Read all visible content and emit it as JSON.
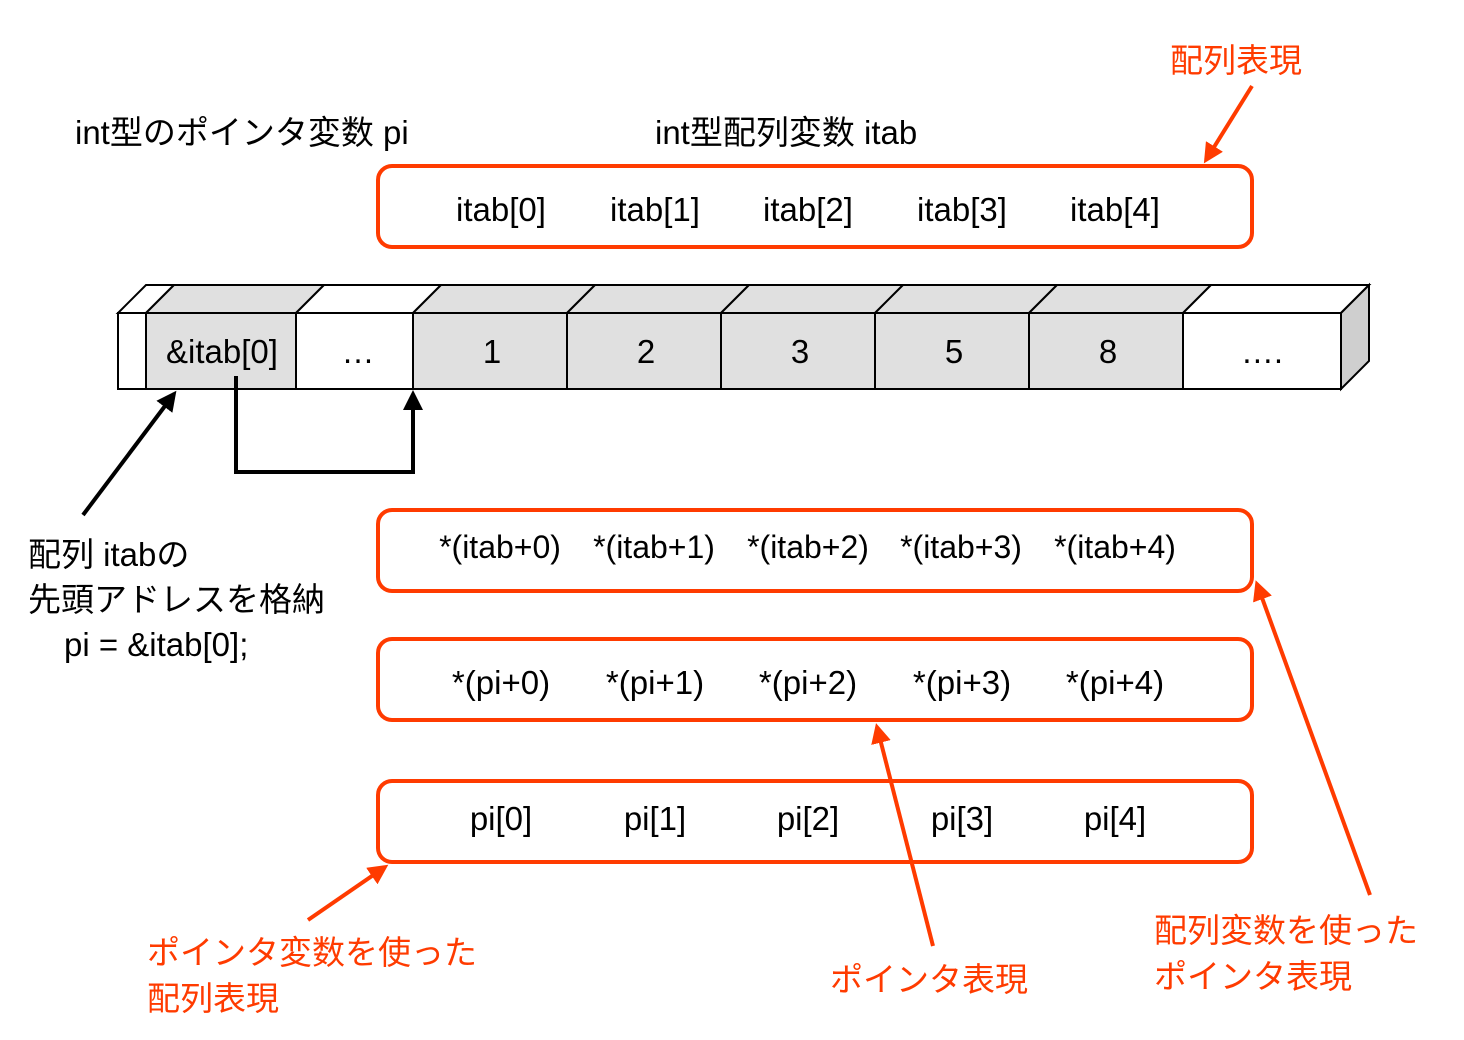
{
  "labels": {
    "pointer_var": "int型のポインタ変数 pi",
    "array_var": "int型配列変数 itab",
    "array_expr_title": "配列表現",
    "note_line1": "配列 itabの",
    "note_line2": "先頭アドレスを格納",
    "note_line3": "pi = &itab[0];",
    "pointer_array_line1": "ポインタ変数を使った",
    "pointer_array_line2": "配列表現",
    "pointer_expr": "ポインタ表現",
    "array_pointer_line1": "配列変数を使った",
    "array_pointer_line2": "ポインタ表現"
  },
  "memory_cells": [
    "",
    "&itab[0]",
    "…",
    "1",
    "2",
    "3",
    "5",
    "8",
    "…."
  ],
  "itab_row": [
    "itab[0]",
    "itab[1]",
    "itab[2]",
    "itab[3]",
    "itab[4]"
  ],
  "itab_ptr_row": [
    "*(itab+0)",
    "*(itab+1)",
    "*(itab+2)",
    "*(itab+3)",
    "*(itab+4)"
  ],
  "pi_ptr_row": [
    "*(pi+0)",
    "*(pi+1)",
    "*(pi+2)",
    "*(pi+3)",
    "*(pi+4)"
  ],
  "pi_index_row": [
    "pi[0]",
    "pi[1]",
    "pi[2]",
    "pi[3]",
    "pi[4]"
  ],
  "colors": {
    "accent": "#ff3b00",
    "cell_fill": "#e0e0e0",
    "side_fill": "#cfcfcf",
    "line": "#000000"
  }
}
